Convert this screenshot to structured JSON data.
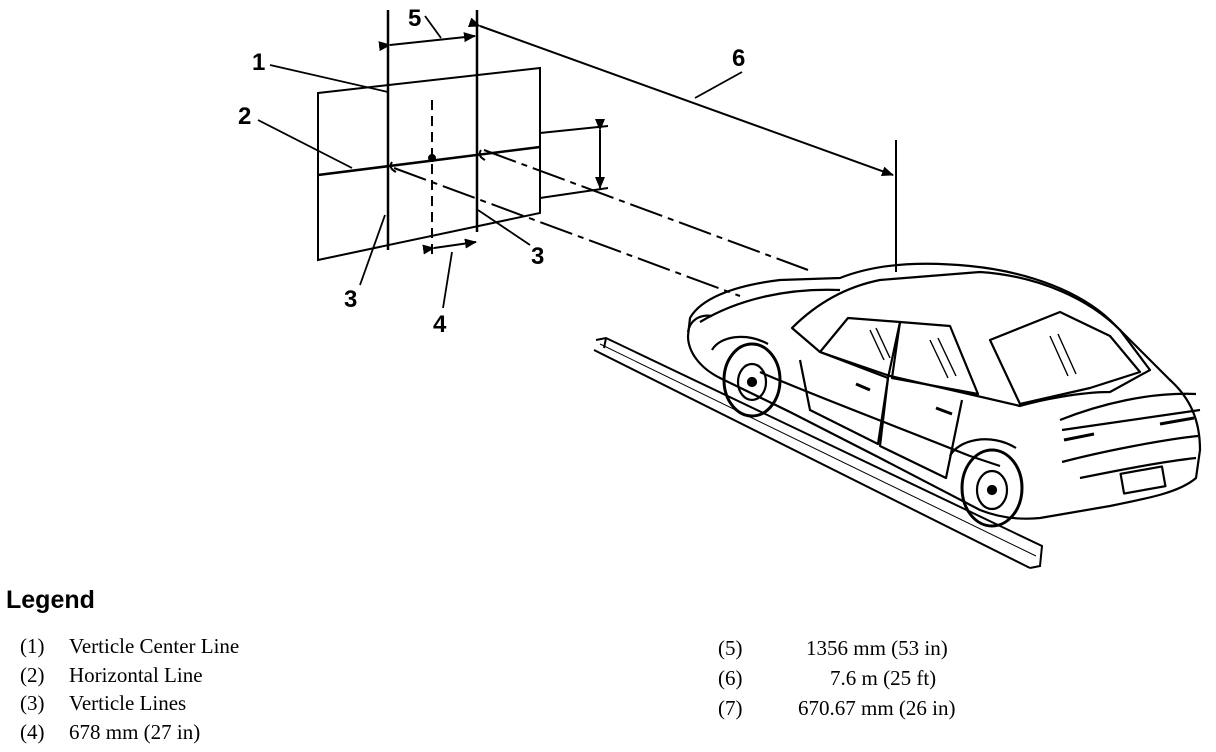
{
  "callouts": {
    "c1": "1",
    "c2": "2",
    "c3a": "3",
    "c3b": "3",
    "c4": "4",
    "c5": "5",
    "c6": "6"
  },
  "legend": {
    "title": "Legend",
    "items": [
      {
        "num": "(1)",
        "text": "Verticle Center Line"
      },
      {
        "num": "(2)",
        "text": "Horizontal Line"
      },
      {
        "num": "(3)",
        "text": "Verticle Lines"
      },
      {
        "num": "(4)",
        "text": "678 mm (27 in)"
      },
      {
        "num": "(5)",
        "text": "1356 mm (53 in)"
      },
      {
        "num": "(6)",
        "text": "7.6 m (25 ft)"
      },
      {
        "num": "(7)",
        "text": "670.67 mm (26 in)"
      }
    ]
  }
}
